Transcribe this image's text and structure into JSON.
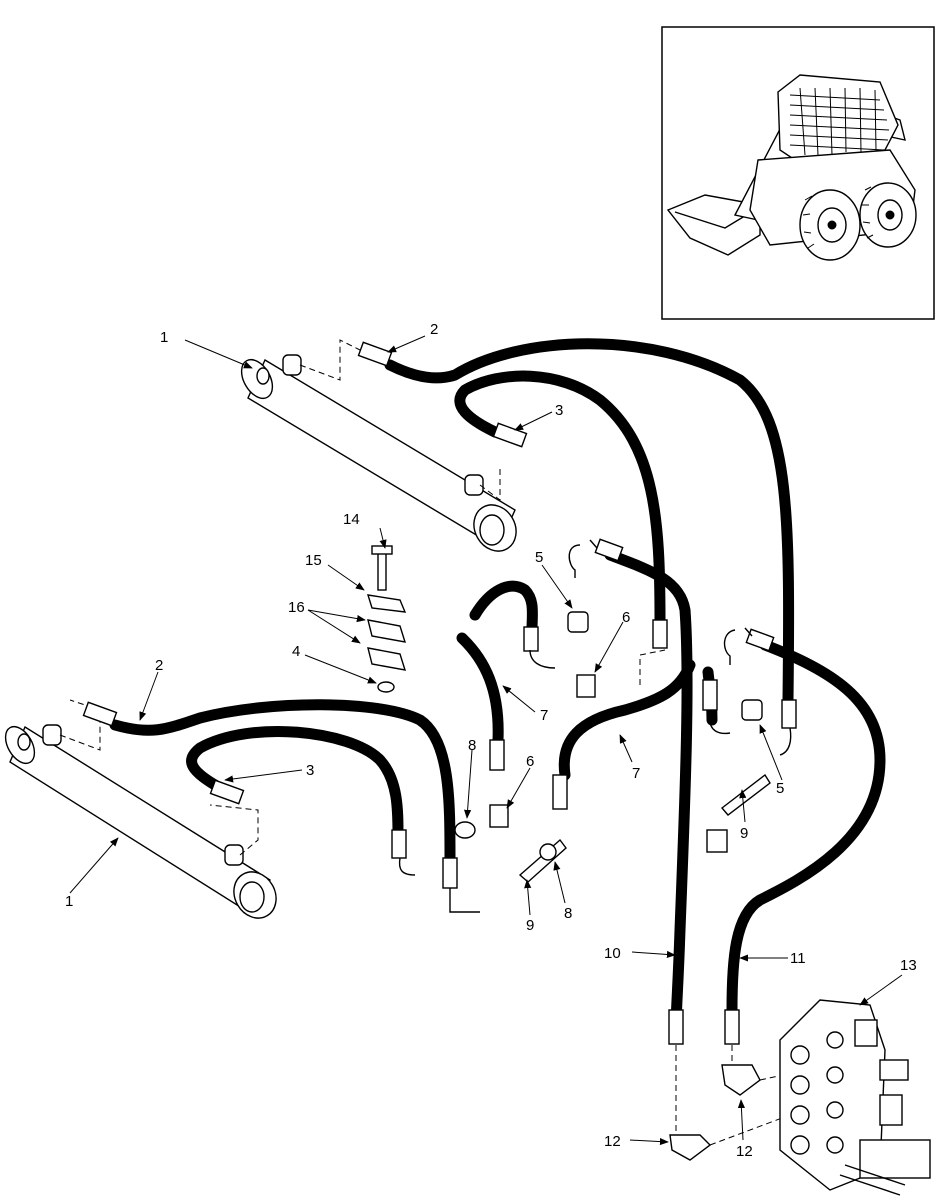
{
  "callouts": {
    "c1a": "1",
    "c1b": "1",
    "c2a": "2",
    "c2b": "2",
    "c3a": "3",
    "c3b": "3",
    "c4": "4",
    "c5a": "5",
    "c5b": "5",
    "c6a": "6",
    "c6b": "6",
    "c7a": "7",
    "c7b": "7",
    "c8a": "8",
    "c8b": "8",
    "c9a": "9",
    "c9b": "9",
    "c10": "10",
    "c11": "11",
    "c12a": "12",
    "c12b": "12",
    "c13": "13",
    "c14": "14",
    "c15": "15",
    "c16": "16"
  }
}
